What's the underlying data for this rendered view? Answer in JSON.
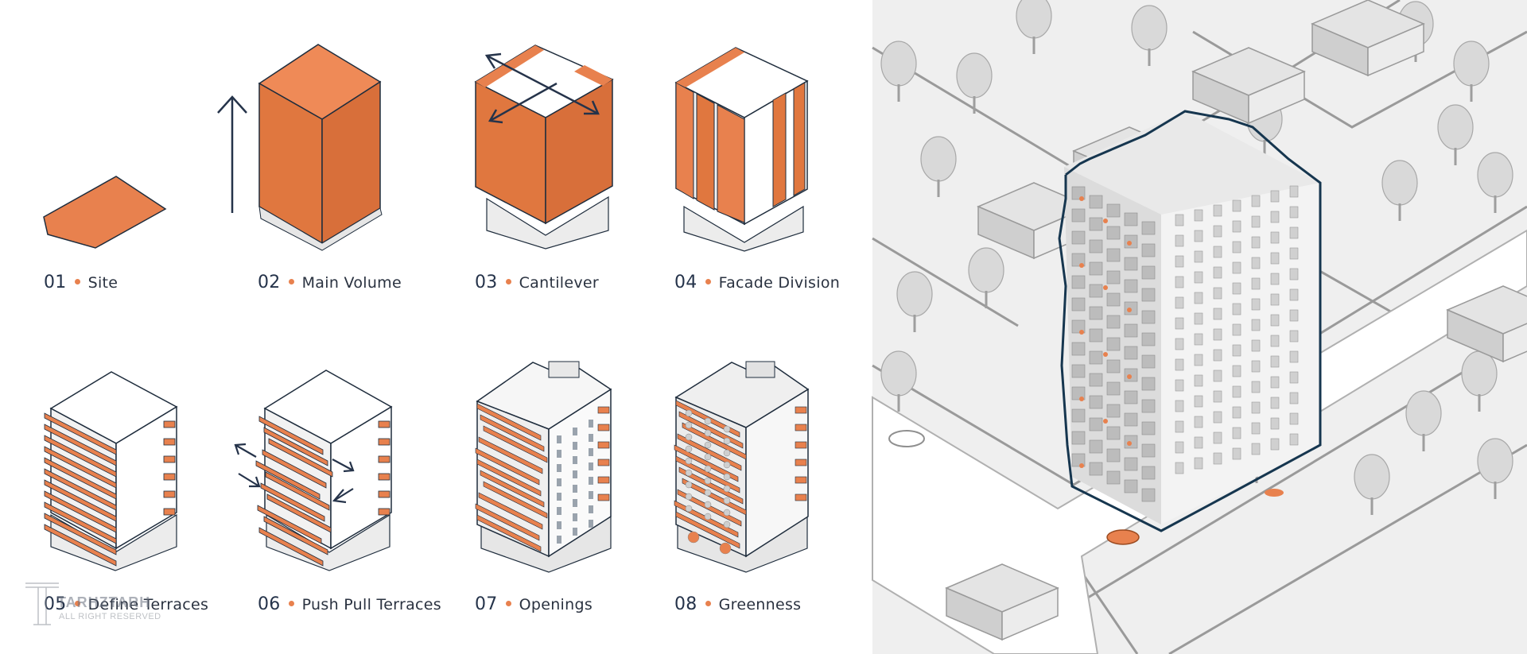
{
  "steps": [
    {
      "number": "01",
      "label": "Site"
    },
    {
      "number": "02",
      "label": "Main Volume"
    },
    {
      "number": "03",
      "label": "Cantilever"
    },
    {
      "number": "04",
      "label": "Facade Division"
    },
    {
      "number": "05",
      "label": "Define Terraces"
    },
    {
      "number": "06",
      "label": "Push Pull Terraces"
    },
    {
      "number": "07",
      "label": "Openings"
    },
    {
      "number": "08",
      "label": "Greenness"
    }
  ],
  "watermark": {
    "brand": "TARHZTARH",
    "rights": "ALL RIGHT RESERVED"
  },
  "colors": {
    "accent": "#e8814e",
    "outline": "#1f2d3d",
    "outline_highlight": "#16364f",
    "background": "#ffffff"
  }
}
